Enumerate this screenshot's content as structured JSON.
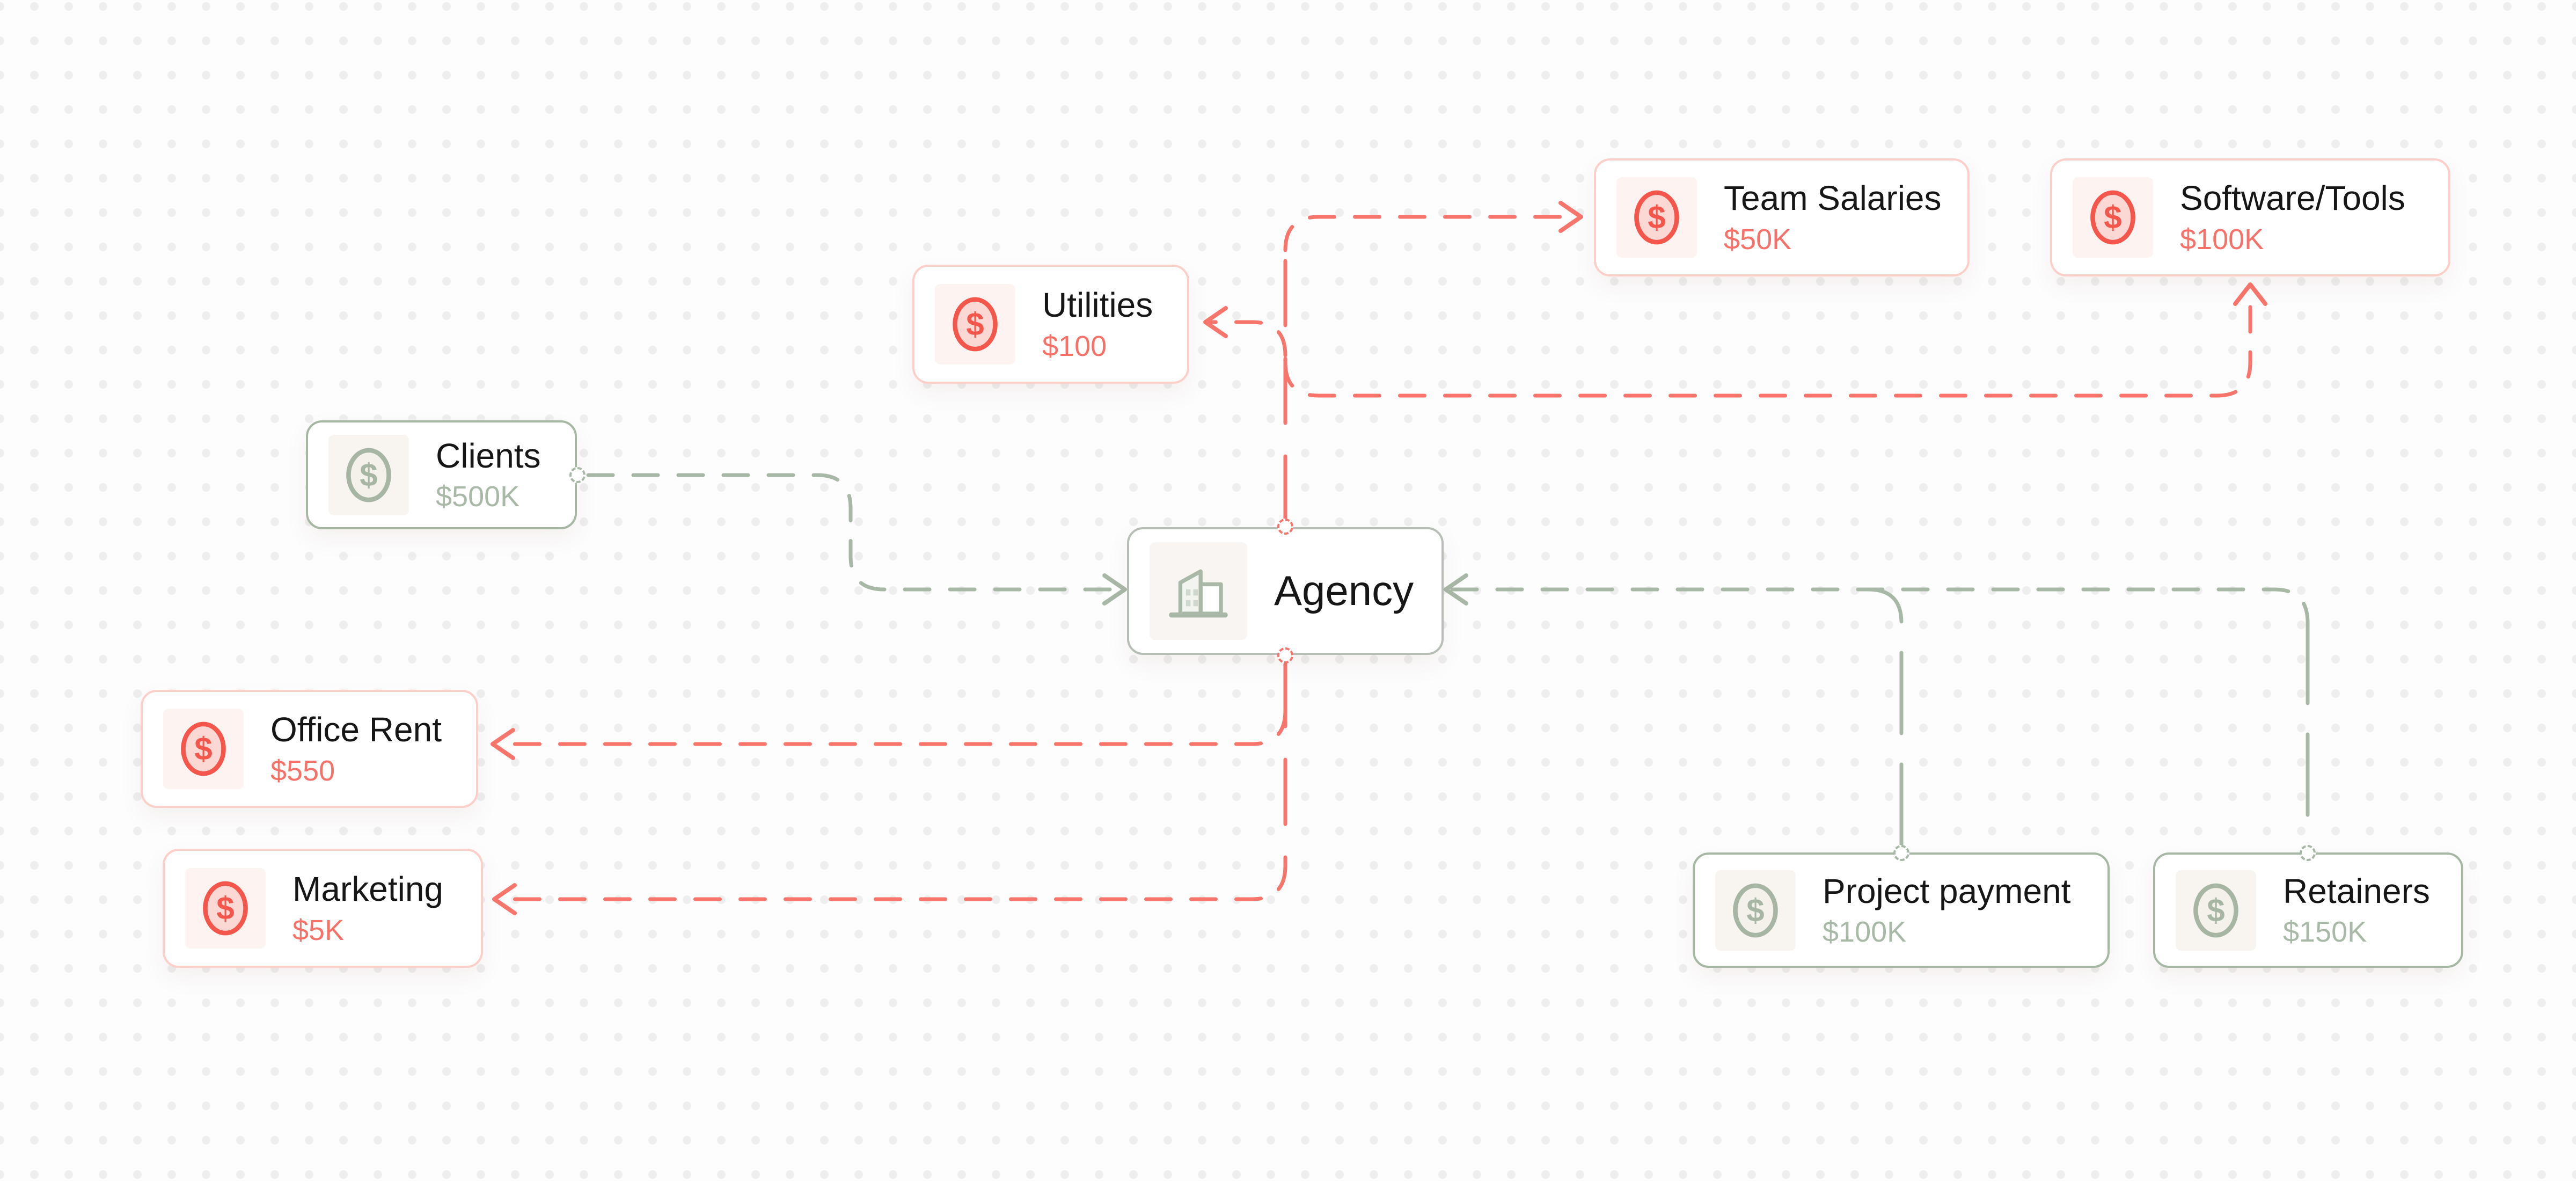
{
  "canvas": {
    "background": "#fdfdfd",
    "dot_color": "#eeeeee"
  },
  "palette": {
    "expense_accent": "#f87168",
    "expense_border": "#fccfc9",
    "income_accent": "#a8b8a6",
    "income_value": "#a9b9a7",
    "hub_border": "#b7beb6",
    "title_color": "#161616"
  },
  "icons": {
    "dollar": "$"
  },
  "nodes": {
    "clients": {
      "label": "Clients",
      "value": "$500K",
      "type": "income"
    },
    "agency": {
      "label": "Agency",
      "type": "hub"
    },
    "team_salaries": {
      "label": "Team Salaries",
      "value": "$50K",
      "type": "expense"
    },
    "software_tools": {
      "label": "Software/Tools",
      "value": "$100K",
      "type": "expense"
    },
    "utilities": {
      "label": "Utilities",
      "value": "$100",
      "type": "expense"
    },
    "office_rent": {
      "label": "Office Rent",
      "value": "$550",
      "type": "expense"
    },
    "marketing": {
      "label": "Marketing",
      "value": "$5K",
      "type": "expense"
    },
    "project_payment": {
      "label": "Project payment",
      "value": "$100K",
      "type": "income"
    },
    "retainers": {
      "label": "Retainers",
      "value": "$150K",
      "type": "income"
    }
  },
  "edges": [
    {
      "from": "clients",
      "to": "agency",
      "kind": "income"
    },
    {
      "from": "project_payment",
      "to": "agency",
      "kind": "income"
    },
    {
      "from": "retainers",
      "to": "agency",
      "kind": "income"
    },
    {
      "from": "agency",
      "to": "team_salaries",
      "kind": "expense"
    },
    {
      "from": "agency",
      "to": "software_tools",
      "kind": "expense"
    },
    {
      "from": "agency",
      "to": "utilities",
      "kind": "expense"
    },
    {
      "from": "agency",
      "to": "office_rent",
      "kind": "expense"
    },
    {
      "from": "agency",
      "to": "marketing",
      "kind": "expense"
    }
  ]
}
